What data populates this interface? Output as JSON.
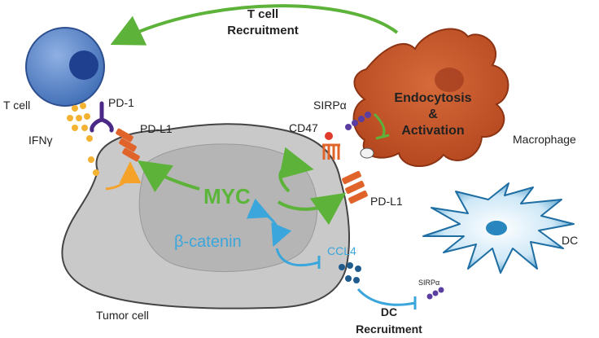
{
  "labels": {
    "t_cell_recruitment_line1": "T cell",
    "t_cell_recruitment_line2": "Recruitment",
    "t_cell": "T cell",
    "pd1": "PD-1",
    "ifn_gamma": "IFNγ",
    "pd_l1_left": "PD-L1",
    "sirp_alpha": "SIRPα",
    "cd47": "CD47",
    "endocytosis_line1": "Endocytosis",
    "endocytosis_line2": "&",
    "endocytosis_line3": "Activation",
    "macrophage": "Macrophage",
    "myc": "MYC",
    "pd_l1_right": "PD-L1",
    "beta_catenin": "β-catenin",
    "ccl4": "CCL4",
    "dc": "DC",
    "sirp_alpha_small": "SIRPα",
    "tumor_cell": "Tumor cell",
    "dc_recruitment_line1": "DC",
    "dc_recruitment_line2": "Recruitment"
  },
  "colors": {
    "green_arrow": "#5db33a",
    "blue_arrow": "#3aa6dc",
    "myc_green": "#5bb53a",
    "beta_catenin_blue": "#3aa6dc",
    "t_cell_fill": "#5b86c8",
    "t_cell_nucleus": "#1f3f8f",
    "macrophage_fill": "#c4552a",
    "tumor_fill": "#c9c9c9",
    "tumor_inner": "#b3b3b3",
    "dc_fill": "#2a86bf",
    "ifn_dot": "#f4b233",
    "receptor_orange": "#e0642a",
    "receptor_purple": "#4a2a86"
  }
}
